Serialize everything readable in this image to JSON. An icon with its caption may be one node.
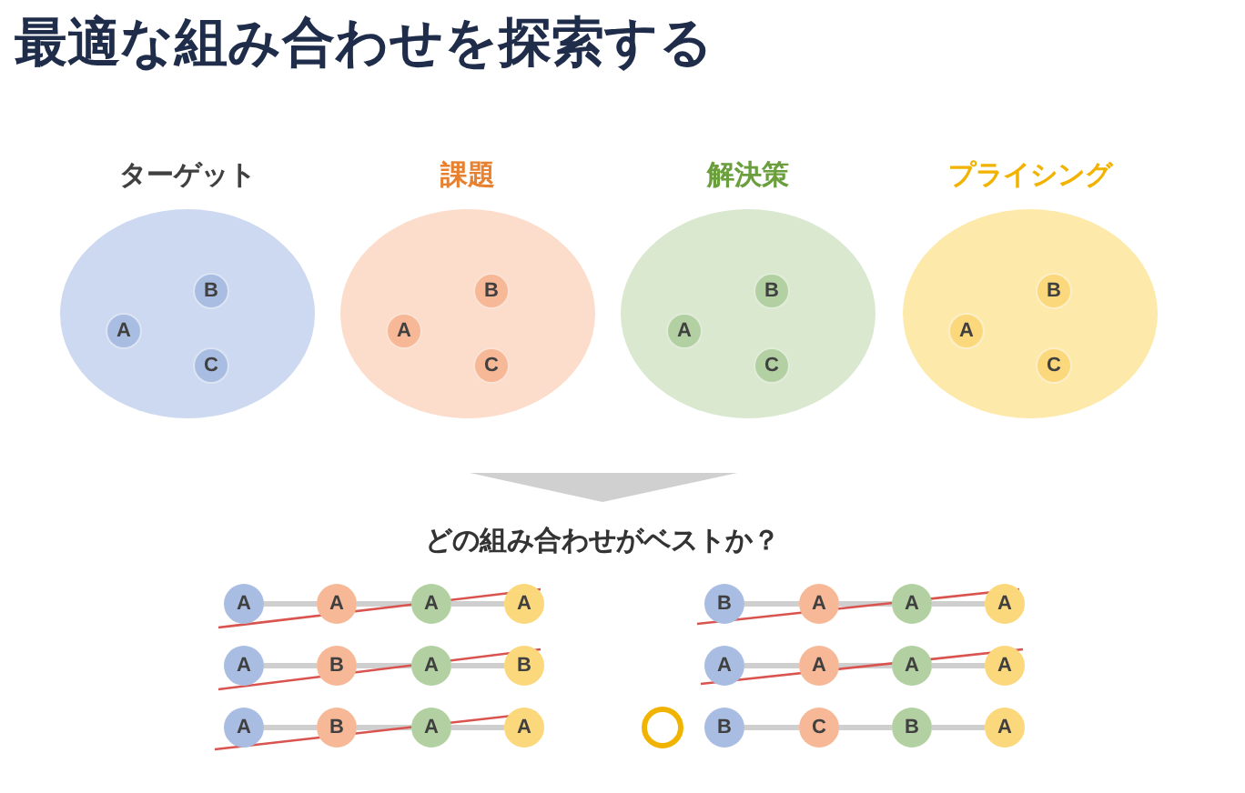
{
  "diagram": {
    "title": "最適な組み合わせを探索する",
    "nodes": [
      {
        "text": [
          "ターゲット"
        ]
      },
      {
        "text": [
          "A"
        ],
        "in": 0
      },
      {
        "text": [
          "B"
        ],
        "in": 0
      },
      {
        "text": [
          "C"
        ],
        "in": 0
      },
      {
        "text": [
          "課題"
        ]
      },
      {
        "text": [
          "A"
        ],
        "in": 4
      },
      {
        "text": [
          "B"
        ],
        "in": 4
      },
      {
        "text": [
          "C"
        ],
        "in": 4
      },
      {
        "text": [
          "解決策"
        ]
      },
      {
        "text": [
          "A"
        ],
        "in": 8
      },
      {
        "text": [
          "B"
        ],
        "in": 8
      },
      {
        "text": [
          "C"
        ],
        "in": 8
      },
      {
        "text": [
          "プライシング"
        ]
      },
      {
        "text": [
          "A"
        ],
        "in": 12
      },
      {
        "text": [
          "B"
        ],
        "in": 12
      },
      {
        "text": [
          "C"
        ],
        "in": 12
      },
      {
        "text": [
          "A"
        ]
      },
      {
        "text": [
          "A"
        ]
      },
      {
        "text": [
          "A"
        ]
      },
      {
        "text": [
          "A"
        ]
      },
      {
        "text": [
          "B"
        ]
      },
      {
        "text": [
          "A"
        ]
      },
      {
        "text": [
          "A"
        ]
      },
      {
        "text": [
          "A"
        ]
      },
      {
        "text": [
          "A"
        ]
      },
      {
        "text": [
          "B"
        ]
      },
      {
        "text": [
          "A"
        ]
      },
      {
        "text": [
          "B"
        ]
      },
      {
        "text": [
          "A"
        ]
      },
      {
        "text": [
          "A"
        ]
      },
      {
        "text": [
          "A"
        ]
      },
      {
        "text": [
          "A"
        ]
      },
      {
        "text": [
          "A"
        ]
      },
      {
        "text": [
          "B"
        ]
      },
      {
        "text": [
          "A"
        ]
      },
      {
        "text": [
          "A"
        ]
      },
      {
        "text": [
          "B"
        ]
      },
      {
        "text": [
          "C"
        ]
      },
      {
        "text": [
          "B"
        ]
      },
      {
        "text": [
          "A"
        ]
      }
    ],
    "edges": [
      {
        "from": 16,
        "to": 17,
        "arrow": "none"
      },
      {
        "from": 17,
        "to": 18,
        "arrow": "none"
      },
      {
        "from": 18,
        "to": 19,
        "arrow": "none"
      },
      {
        "from": 20,
        "to": 21,
        "arrow": "none"
      },
      {
        "from": 21,
        "to": 22,
        "arrow": "none"
      },
      {
        "from": 22,
        "to": 23,
        "arrow": "none"
      },
      {
        "from": 24,
        "to": 25,
        "arrow": "none"
      },
      {
        "from": 25,
        "to": 26,
        "arrow": "none"
      },
      {
        "from": 26,
        "to": 27,
        "arrow": "none"
      },
      {
        "from": 28,
        "to": 29,
        "arrow": "none"
      },
      {
        "from": 29,
        "to": 30,
        "arrow": "none"
      },
      {
        "from": 30,
        "to": 31,
        "arrow": "none"
      },
      {
        "from": 32,
        "to": 33,
        "arrow": "none"
      },
      {
        "from": 33,
        "to": 34,
        "arrow": "none"
      },
      {
        "from": 34,
        "to": 35,
        "arrow": "none"
      },
      {
        "from": 36,
        "to": 37,
        "arrow": "none"
      },
      {
        "from": 37,
        "to": 38,
        "arrow": "none"
      },
      {
        "from": 38,
        "to": 39,
        "arrow": "none"
      }
    ],
    "labels": [
      "どの組み合わせがベストか？"
    ]
  }
}
